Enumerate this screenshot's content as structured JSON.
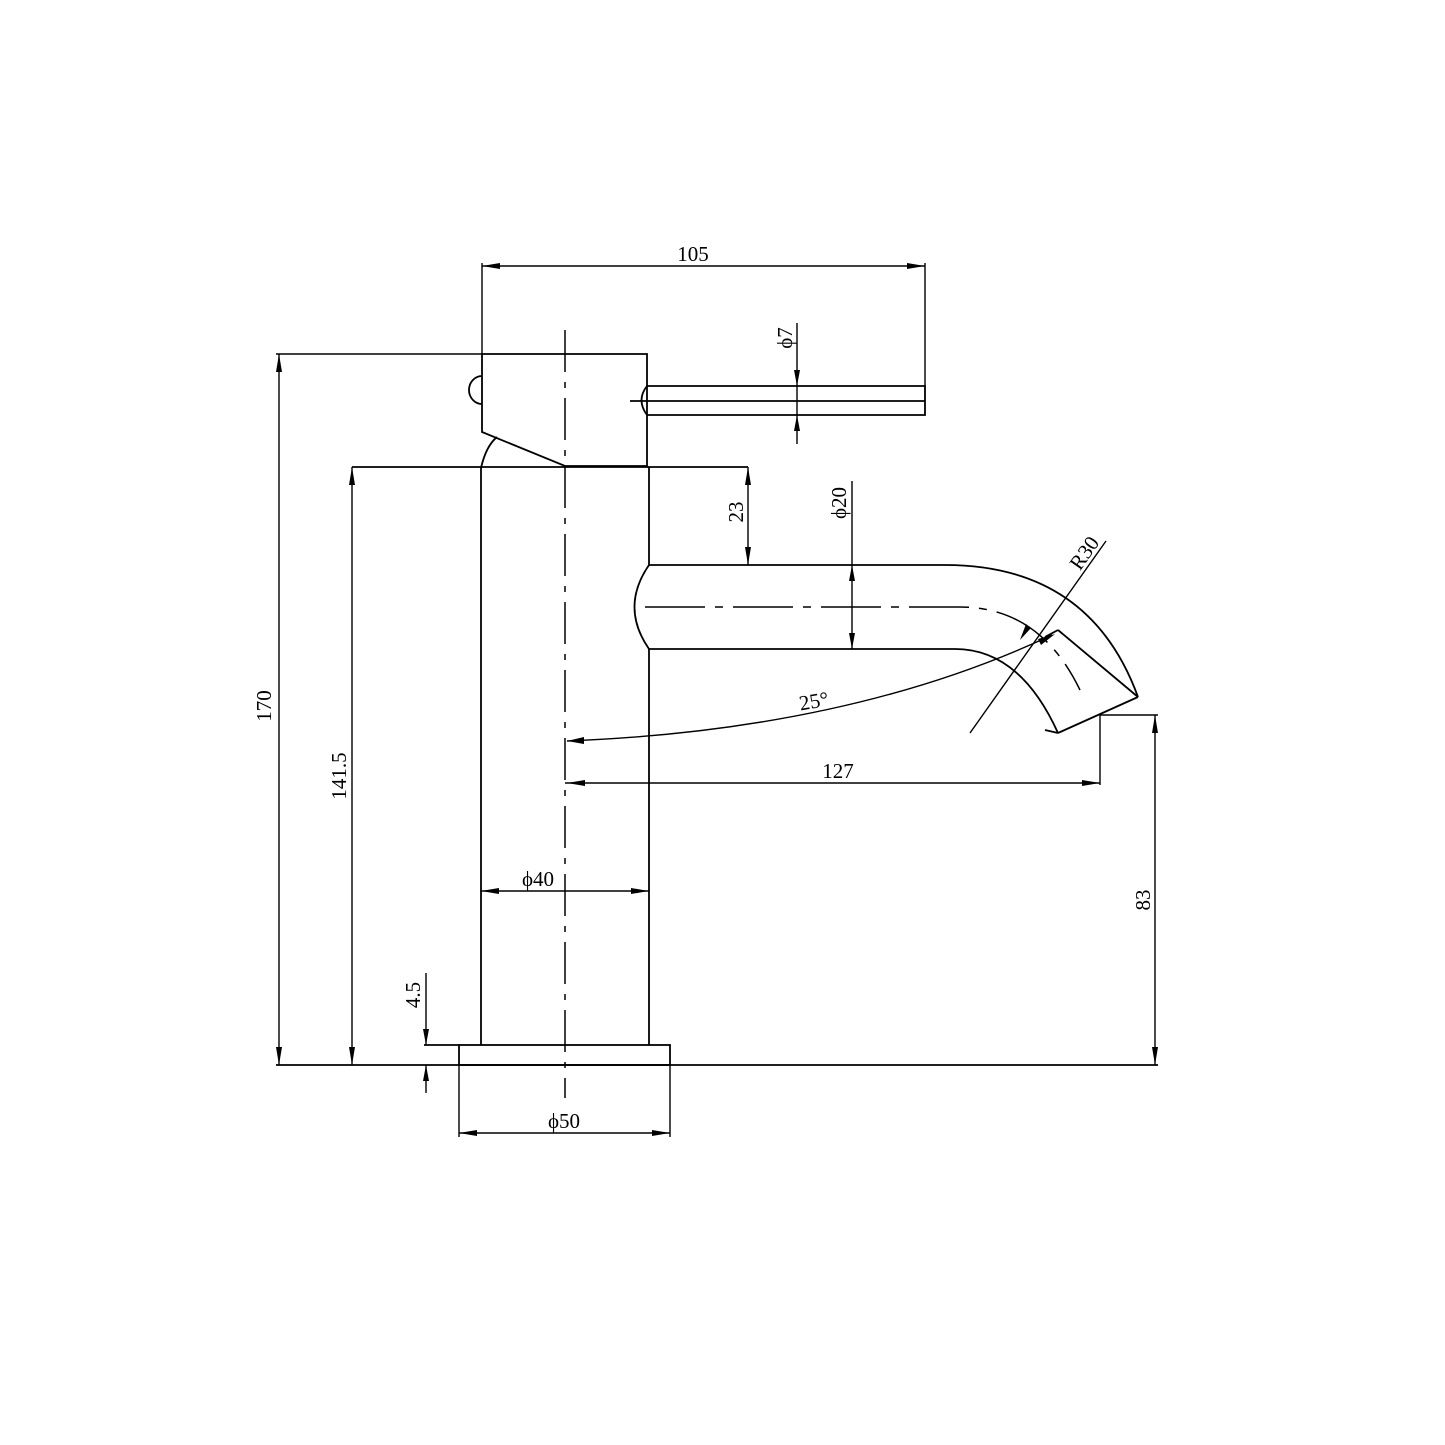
{
  "drawing": {
    "subject": "Basin mixer tap side elevation",
    "units": "mm",
    "line_color": "#000000",
    "background": "#ffffff"
  },
  "dimensions": {
    "overall_height": "170",
    "body_height": "141.5",
    "base_thickness": "4.5",
    "handle_length": "105",
    "handle_diameter": "ϕ7",
    "spout_offset": "23",
    "spout_diameter": "ϕ20",
    "spout_bend_radius": "R30",
    "spout_angle": "25°",
    "spout_reach": "127",
    "spout_outlet_height": "83",
    "body_diameter": "ϕ40",
    "base_diameter": "ϕ50"
  }
}
